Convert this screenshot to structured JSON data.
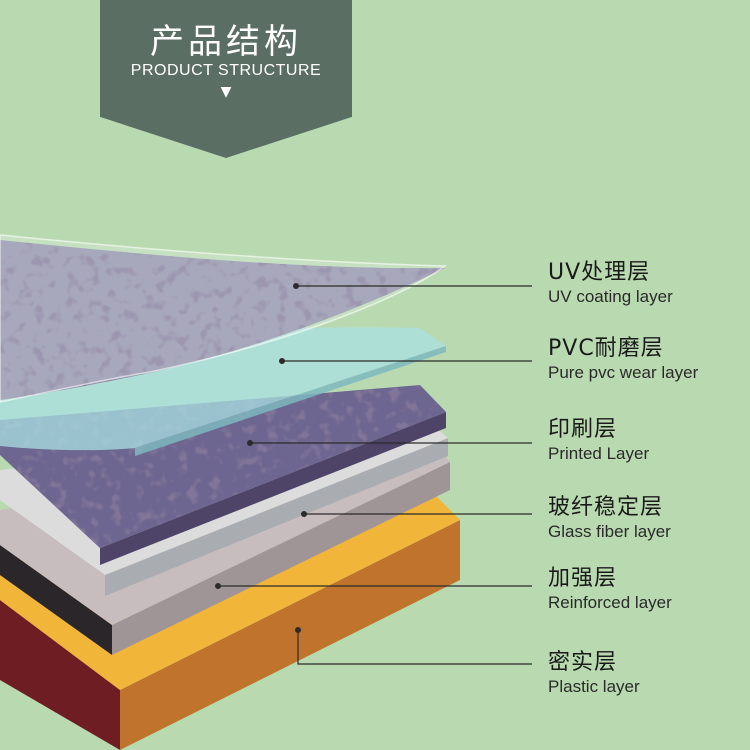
{
  "banner": {
    "title": "产品结构",
    "subtitle": "PRODUCT STRUCTURE",
    "arrow": "▼"
  },
  "colors": {
    "background": "#b9dab0",
    "banner": "#5b6e64",
    "leader_line": "#2b2b2b"
  },
  "layers": [
    {
      "name_cn": "UV处理层",
      "name_en": "UV coating layer"
    },
    {
      "name_cn": "PVC耐磨层",
      "name_en": "Pure pvc wear layer"
    },
    {
      "name_cn": "印刷层",
      "name_en": "Printed Layer"
    },
    {
      "name_cn": "玻纤稳定层",
      "name_en": "Glass fiber layer"
    },
    {
      "name_cn": "加强层",
      "name_en": "Reinforced layer"
    },
    {
      "name_cn": "密实层",
      "name_en": "Plastic layer"
    }
  ]
}
